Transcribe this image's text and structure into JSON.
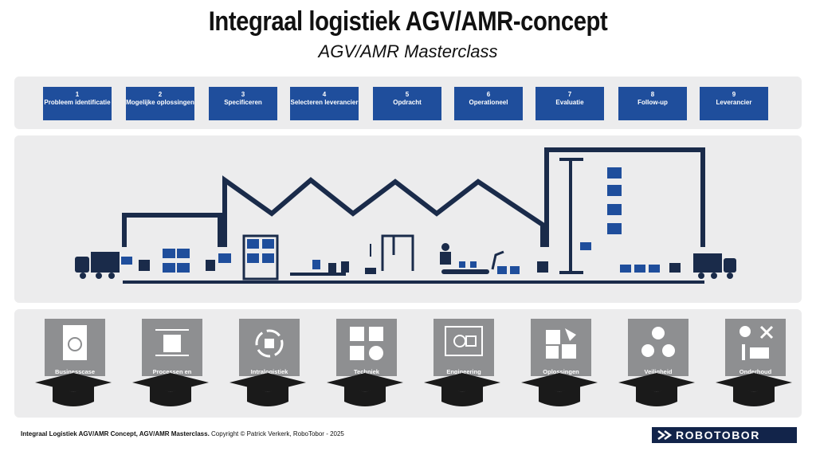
{
  "header": {
    "title": "Integraal logistiek AGV/AMR-concept",
    "subtitle": "AGV/AMR Masterclass"
  },
  "steps": [
    {
      "num": "1",
      "label": "Probleem identificatie"
    },
    {
      "num": "2",
      "label": "Mogelijke oplossingen"
    },
    {
      "num": "3",
      "label": "Specificeren"
    },
    {
      "num": "4",
      "label": "Selecteren leverancier"
    },
    {
      "num": "5",
      "label": "Opdracht"
    },
    {
      "num": "6",
      "label": "Operationeel"
    },
    {
      "num": "7",
      "label": "Evaluatie"
    },
    {
      "num": "8",
      "label": "Follow-up"
    },
    {
      "num": "9",
      "label": "Leverancier"
    }
  ],
  "topics": [
    {
      "label": "Businesscase",
      "icon": "document-icon"
    },
    {
      "label": "Processen en activiteiten",
      "icon": "process-flow-icon"
    },
    {
      "label": "Intralogistiek",
      "icon": "cycle-arrows-icon"
    },
    {
      "label": "Techniek",
      "icon": "tools-icon"
    },
    {
      "label": "Engineering",
      "icon": "monitor-design-icon"
    },
    {
      "label": "Oplossingen",
      "icon": "puzzle-icon"
    },
    {
      "label": "Veiligheid",
      "icon": "safety-gauge-icon"
    },
    {
      "label": "Onderhoud",
      "icon": "maintenance-icon"
    }
  ],
  "footer": {
    "bold": "Integraal Logistiek AGV/AMR Concept, AGV/AMR Masterclass.",
    "text": " Copyright © Patrick Verkerk, RoboTobor - 2025"
  },
  "logo": {
    "text": "ROBOTOBOR"
  },
  "colors": {
    "step_blue": "#1f4e9c",
    "navy": "#1a2b4a",
    "panel_gray": "#ececed",
    "card_gray": "#8e8f91"
  }
}
